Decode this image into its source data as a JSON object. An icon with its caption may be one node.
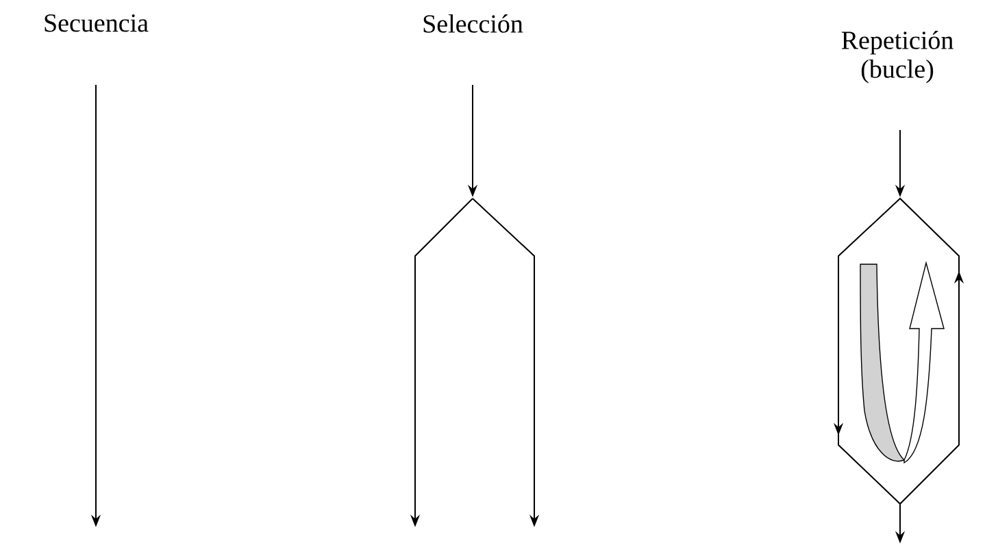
{
  "diagram": {
    "labels": [
      "Secuencia",
      "Selección",
      "Repetición (bucle)"
    ]
  }
}
